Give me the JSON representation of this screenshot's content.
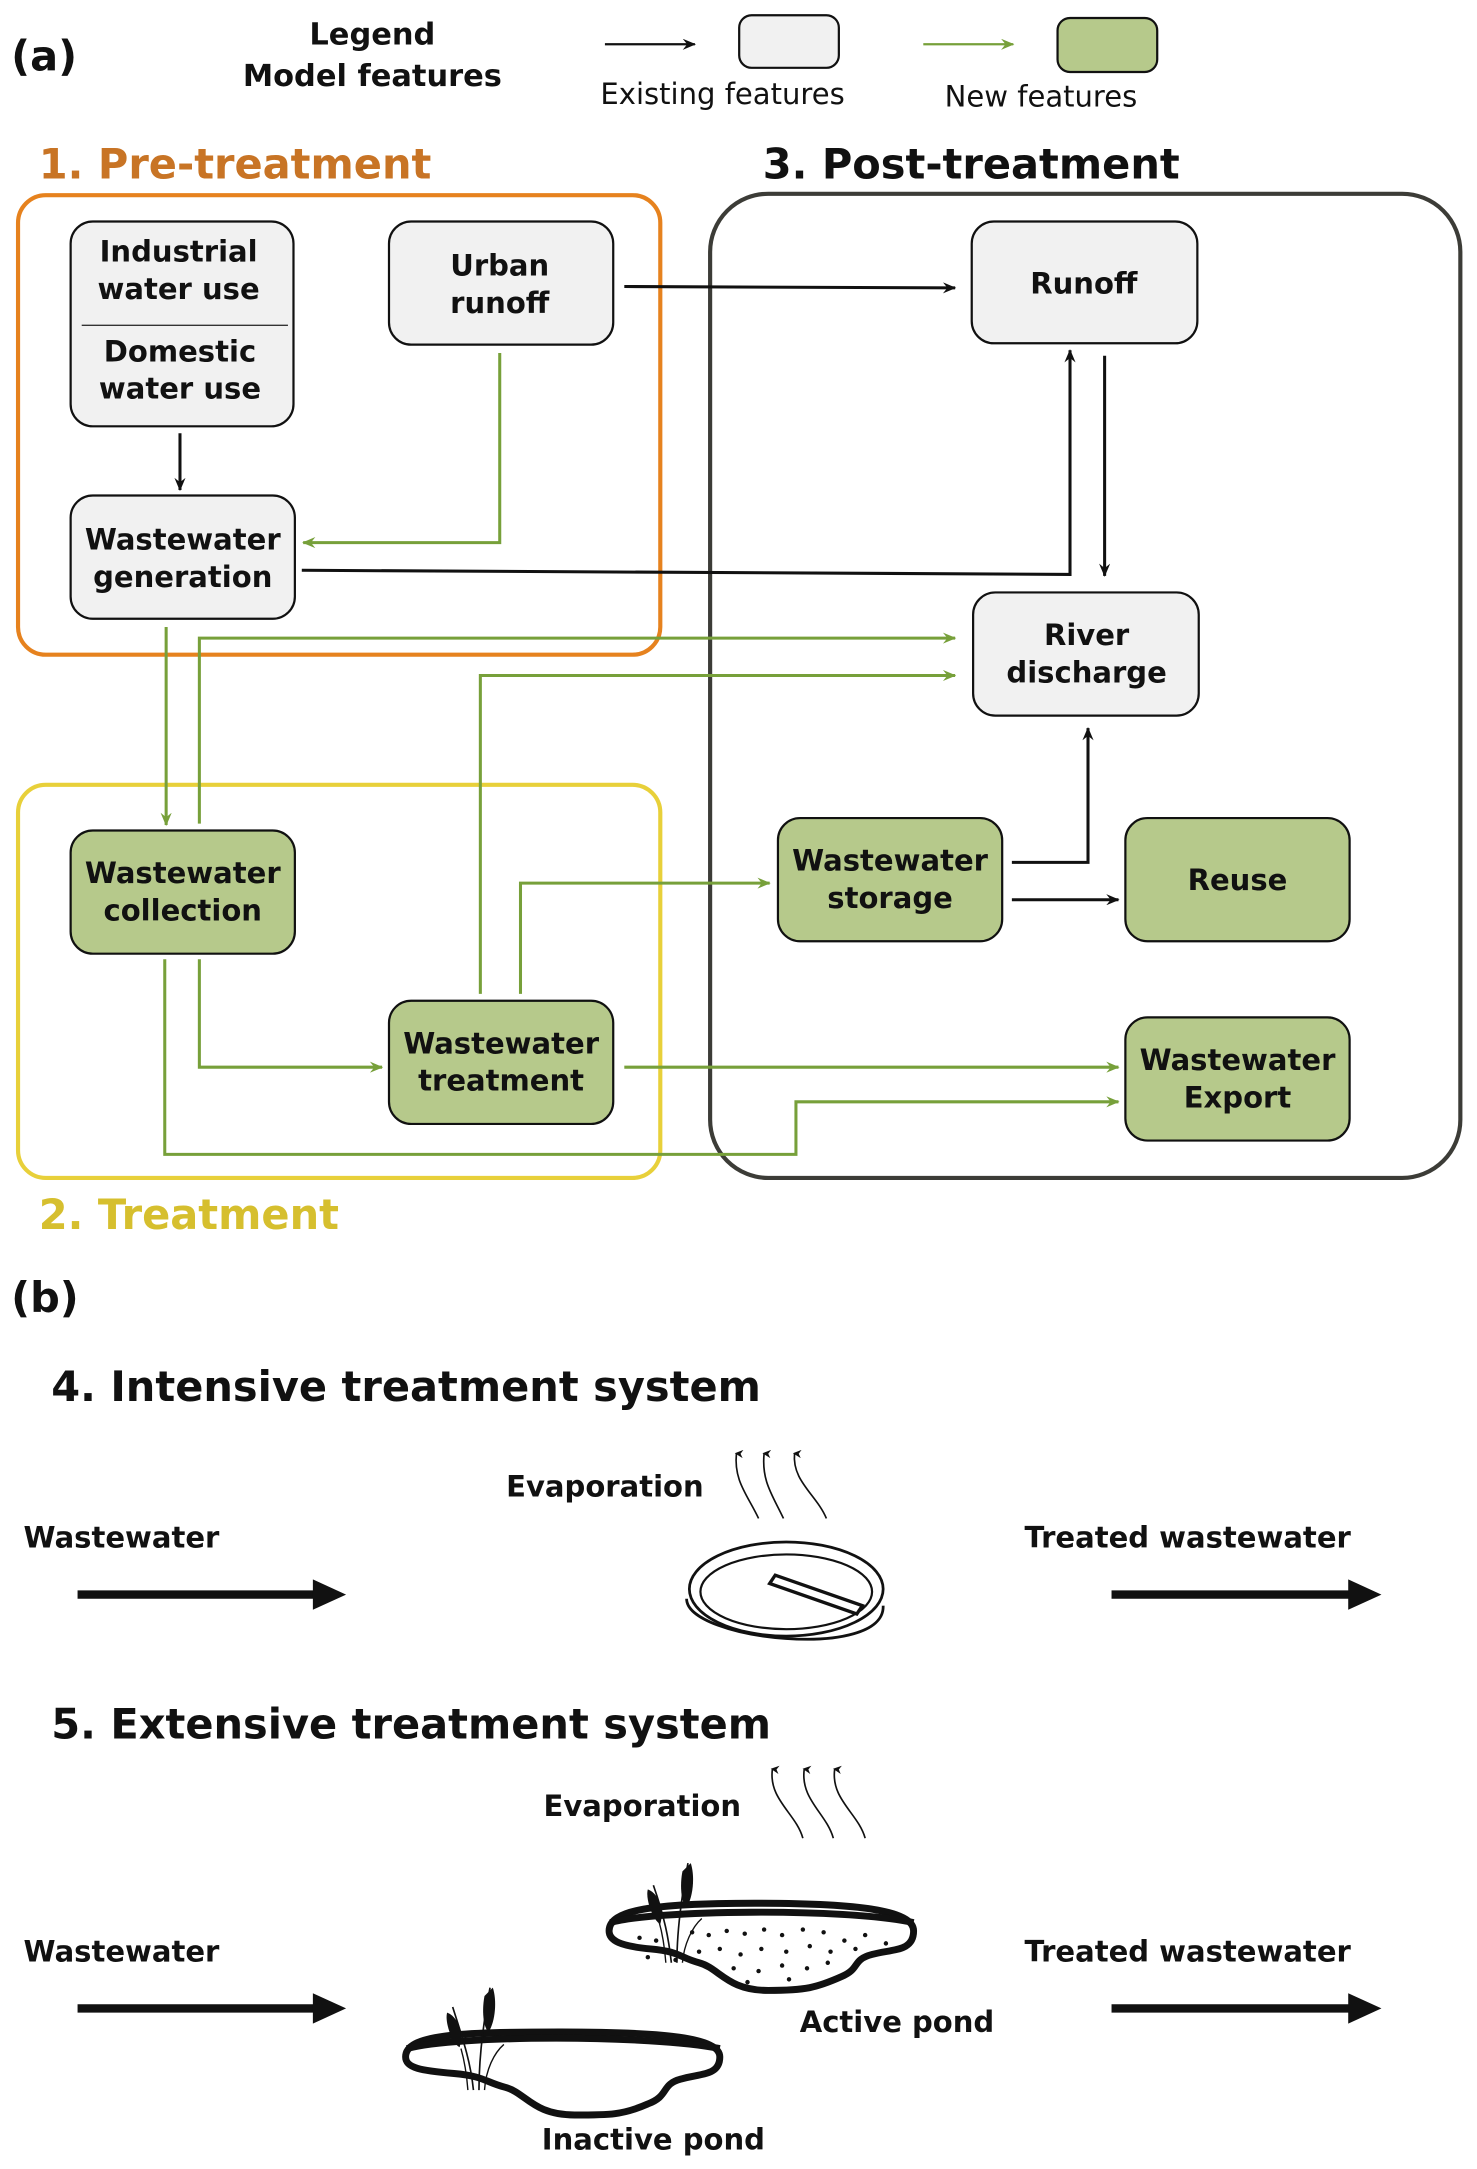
{
  "panel_a": {
    "label": "(a)",
    "legend": {
      "title_line1": "Legend",
      "title_line2": "Model features",
      "existing_label": "Existing features",
      "new_label": "New features"
    },
    "groups": {
      "pre": {
        "title": "1. Pre-treatment",
        "color": "#e6821e",
        "title_color": "#c87425"
      },
      "treatment": {
        "title": "2. Treatment",
        "color": "#e8d03a",
        "title_color": "#d6bf2e"
      },
      "post": {
        "title": "3. Post-treatment",
        "color": "#3c3c37",
        "title_color": "#111111"
      }
    },
    "nodes": {
      "industrial": {
        "line1": "Industrial",
        "line2": "water use"
      },
      "domestic": {
        "line1": "Domestic",
        "line2": "water use"
      },
      "urban_runoff": {
        "line1": "Urban",
        "line2": "runoff"
      },
      "ww_generation": {
        "line1": "Wastewater",
        "line2": "generation"
      },
      "runoff": {
        "line1": "Runoff"
      },
      "river_discharge": {
        "line1": "River",
        "line2": "discharge"
      },
      "ww_collection": {
        "line1": "Wastewater",
        "line2": "collection"
      },
      "ww_treatment": {
        "line1": "Wastewater",
        "line2": "treatment"
      },
      "ww_storage": {
        "line1": "Wastewater",
        "line2": "storage"
      },
      "reuse": {
        "line1": "Reuse"
      },
      "ww_export": {
        "line1": "Wastewater",
        "line2": "Export"
      }
    },
    "colors": {
      "existing_fill": "#f1f1f1",
      "new_fill": "#b6c98b",
      "existing_arrow": "#111111",
      "new_arrow": "#77a03a"
    }
  },
  "panel_b": {
    "label": "(b)",
    "intensive": {
      "title": "4. Intensive treatment system",
      "input": "Wastewater",
      "output": "Treated wastewater",
      "evaporation": "Evaporation"
    },
    "extensive": {
      "title": "5. Extensive treatment system",
      "input": "Wastewater",
      "output": "Treated wastewater",
      "evaporation": "Evaporation",
      "active_pond": "Active pond",
      "inactive_pond": "Inactive pond"
    }
  }
}
